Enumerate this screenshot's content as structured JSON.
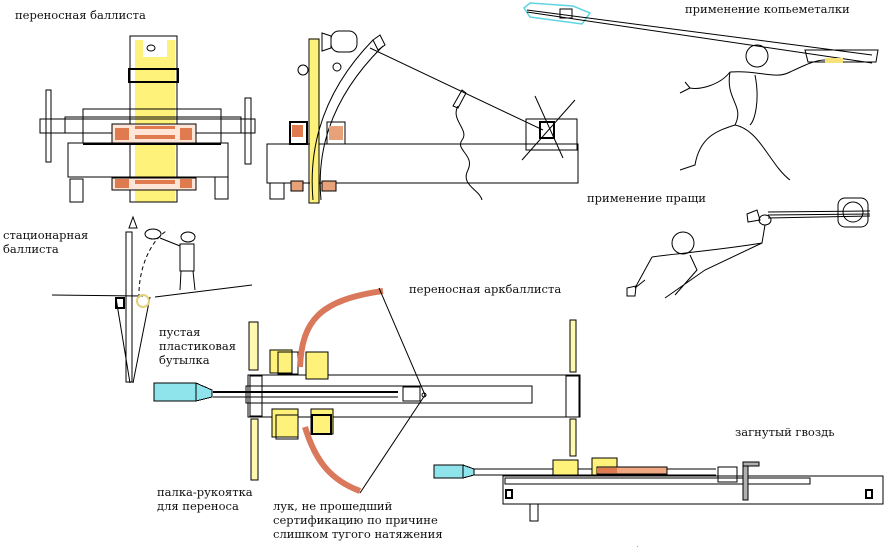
{
  "colors": {
    "ink": "#000000",
    "wood_yellow": "#fff27a",
    "wood_pale": "#fffbb0",
    "rubber_orange": "#e07b4f",
    "bow_brown": "#d9785a",
    "syringe_cyan": "#8fe3ea",
    "bottle_cyan": "#5fd4e0",
    "nail_gray": "#b0b0b0"
  },
  "labels": {
    "portable_ballista": "переносная баллиста",
    "kopemetalka_usage": "применение копьеметалки",
    "sling_usage": "применение пращи",
    "stationary_ballista": "стационарная\nбаллиста",
    "empty_bottle": "пустая\nпластиковая\nбутылка",
    "portable_arcballista": "переносная аркбаллиста",
    "bent_nail": "загнутый гвоздь",
    "carry_handle": "палка-рукоятка\nдля переноса",
    "failed_bow": "лук, не прошедший\nсертификацию по причине\nслишком тугого натяжения"
  }
}
